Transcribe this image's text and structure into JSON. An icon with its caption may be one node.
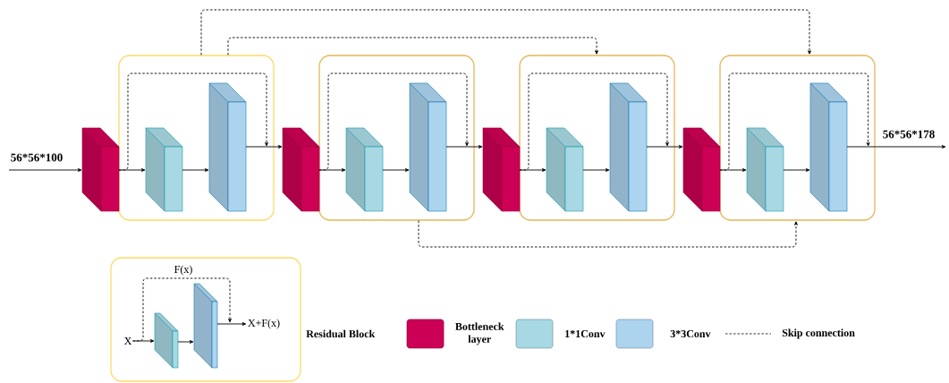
{
  "diagram": {
    "nodes": [
      {
        "text": [],
        "shape": "cuboid"
      },
      {
        "text": [],
        "shape": "box"
      },
      {
        "text": [],
        "shape": "cuboid",
        "in": 1
      },
      {
        "text": [],
        "shape": "cuboid",
        "in": 1
      },
      {
        "text": [],
        "shape": "cuboid"
      },
      {
        "text": [],
        "shape": "box"
      },
      {
        "text": [],
        "shape": "cuboid",
        "in": 5
      },
      {
        "text": [],
        "shape": "cuboid",
        "in": 5
      },
      {
        "text": [],
        "shape": "cuboid"
      },
      {
        "text": [],
        "shape": "box"
      },
      {
        "text": [],
        "shape": "cuboid",
        "in": 9
      },
      {
        "text": [],
        "shape": "cuboid",
        "in": 9
      },
      {
        "text": [],
        "shape": "cuboid"
      },
      {
        "text": [],
        "shape": "box"
      },
      {
        "text": [],
        "shape": "cuboid",
        "in": 13
      },
      {
        "text": [],
        "shape": "cuboid",
        "in": 13
      },
      {
        "text": [],
        "shape": "box"
      },
      {
        "text": [
          "X"
        ],
        "in": 16
      },
      {
        "text": [],
        "shape": "cuboid",
        "in": 16
      },
      {
        "text": [],
        "shape": "cuboid",
        "in": 16
      },
      {
        "text": [
          "X+F(x)"
        ],
        "in": 16
      }
    ],
    "edges": [
      {
        "from": null,
        "to": 0,
        "arrow": "to",
        "label": "56*56*100"
      },
      {
        "from": 0,
        "to": 2,
        "arrow": "to"
      },
      {
        "from": 2,
        "to": 3,
        "arrow": "to"
      },
      {
        "from": 3,
        "to": 4,
        "arrow": "to"
      },
      {
        "from": 4,
        "to": 6,
        "arrow": "to"
      },
      {
        "from": 6,
        "to": 7,
        "arrow": "to"
      },
      {
        "from": 7,
        "to": 8,
        "arrow": "to"
      },
      {
        "from": 8,
        "to": 10,
        "arrow": "to"
      },
      {
        "from": 10,
        "to": 11,
        "arrow": "to"
      },
      {
        "from": 11,
        "to": 12,
        "arrow": "to"
      },
      {
        "from": 12,
        "to": 14,
        "arrow": "to"
      },
      {
        "from": 14,
        "to": 15,
        "arrow": "to"
      },
      {
        "from": 15,
        "to": null,
        "arrow": "to",
        "label": "56*56*178"
      },
      {
        "from": 0,
        "to": 4,
        "arrow": "to",
        "style": "dashed"
      },
      {
        "from": 4,
        "to": 8,
        "arrow": "to",
        "style": "dashed"
      },
      {
        "from": 8,
        "to": 12,
        "arrow": "to",
        "style": "dashed"
      },
      {
        "from": 12,
        "to": 13,
        "arrow": "to",
        "style": "dashed"
      },
      {
        "from": 1,
        "to": 9,
        "arrow": "to",
        "style": "dashed"
      },
      {
        "from": 1,
        "to": 13,
        "arrow": "to",
        "style": "dashed"
      },
      {
        "from": 5,
        "to": 13,
        "arrow": "to",
        "style": "dashed"
      },
      {
        "from": 17,
        "to": 18,
        "arrow": "to"
      },
      {
        "from": 18,
        "to": 19,
        "arrow": "to"
      },
      {
        "from": 19,
        "to": 20,
        "arrow": "to"
      },
      {
        "from": 17,
        "to": 20,
        "arrow": "to",
        "style": "dashed",
        "label": "F(x)"
      }
    ],
    "legend": [
      {
        "text": "Residual Block"
      },
      {
        "text": "Bottleneck layer",
        "color": "#cc0055"
      },
      {
        "text": "1*1Conv",
        "color": "#a8d8e3"
      },
      {
        "text": "3*3Conv",
        "color": "#acd4ef"
      },
      {
        "text": "Skip connection"
      }
    ]
  }
}
